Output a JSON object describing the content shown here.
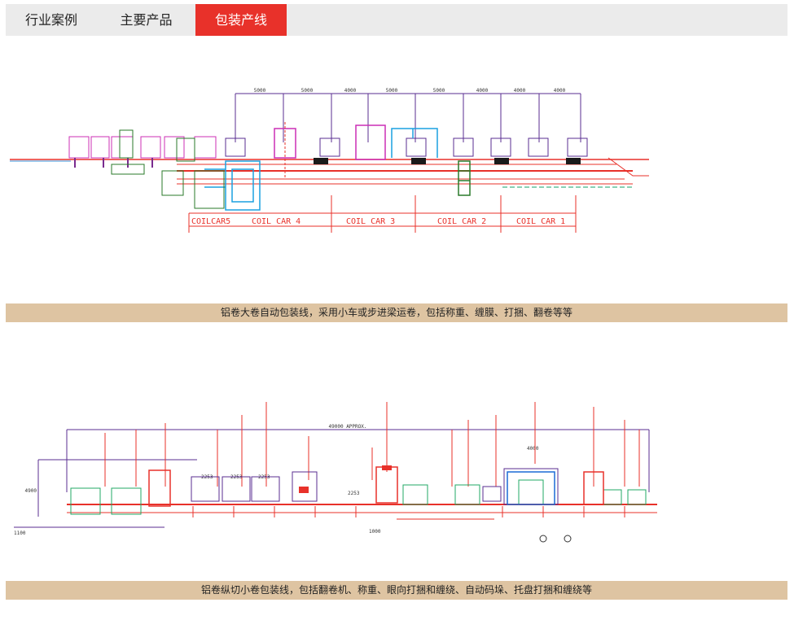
{
  "tabs": [
    {
      "label": "行业案例",
      "active": false
    },
    {
      "label": "主要产品",
      "active": false
    },
    {
      "label": "包装产线",
      "active": true
    }
  ],
  "accent_color": "#e8312a",
  "caption_bg_color": "#dec4a2",
  "figure1": {
    "labels": {
      "d1": "5000",
      "d2": "5000",
      "d3": "4000",
      "d4": "5000",
      "d5": "5000",
      "d6": "4000",
      "d7": "4000",
      "d8": "4000"
    },
    "cars": [
      "COILCAR5",
      "COIL CAR 4",
      "COIL CAR 3",
      "COIL CAR 2",
      "COIL CAR 1"
    ],
    "caption": "铝卷大卷自动包装线，采用小车或步进梁运卷，包括称重、缠膜、打捆、翻卷等等"
  },
  "figure2": {
    "labels": {
      "total": "49000 APPROX.",
      "h": "4900",
      "p1": "2253",
      "p2": "2253",
      "p3": "2253",
      "p4": "2253",
      "w": "4000",
      "left": "1100",
      "mid": "1000"
    },
    "caption": "铝卷纵切小卷包装线，包括翻卷机、称重、眼向打捆和缠绕、自动码垛、托盘打捆和缠绕等"
  }
}
